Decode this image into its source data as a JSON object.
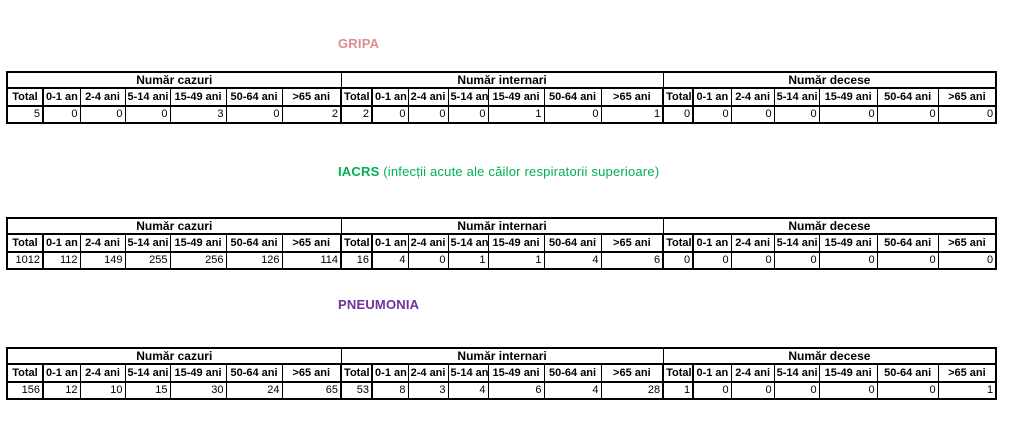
{
  "group_headers": [
    "Număr cazuri",
    "Număr internari",
    "Număr decese"
  ],
  "column_headers": [
    "Total",
    "0-1 an",
    "2-4 ani",
    "5-14 ani",
    "15-49 ani",
    "50-64 ani",
    ">65 ani"
  ],
  "sections": [
    {
      "id": "gripa",
      "title": "GRIPA",
      "title_suffix": "",
      "color": "#d98f8f",
      "cazuri": [
        5,
        0,
        0,
        0,
        3,
        0,
        2
      ],
      "internari": [
        2,
        0,
        0,
        0,
        1,
        0,
        1
      ],
      "decese": [
        0,
        0,
        0,
        0,
        0,
        0,
        0
      ]
    },
    {
      "id": "iacrs",
      "title": "IACRS",
      "title_suffix": " (infecții acute ale căilor respiratorii superioare)",
      "color": "#00b050",
      "cazuri": [
        1012,
        112,
        149,
        255,
        256,
        126,
        114
      ],
      "internari": [
        16,
        4,
        0,
        1,
        1,
        4,
        6
      ],
      "decese": [
        0,
        0,
        0,
        0,
        0,
        0,
        0
      ]
    },
    {
      "id": "pneumonia",
      "title": "PNEUMONIA",
      "title_suffix": "",
      "color": "#7030a0",
      "cazuri": [
        156,
        12,
        10,
        15,
        30,
        24,
        65
      ],
      "internari": [
        53,
        8,
        3,
        4,
        6,
        4,
        28
      ],
      "decese": [
        1,
        0,
        0,
        0,
        0,
        0,
        1
      ]
    }
  ]
}
